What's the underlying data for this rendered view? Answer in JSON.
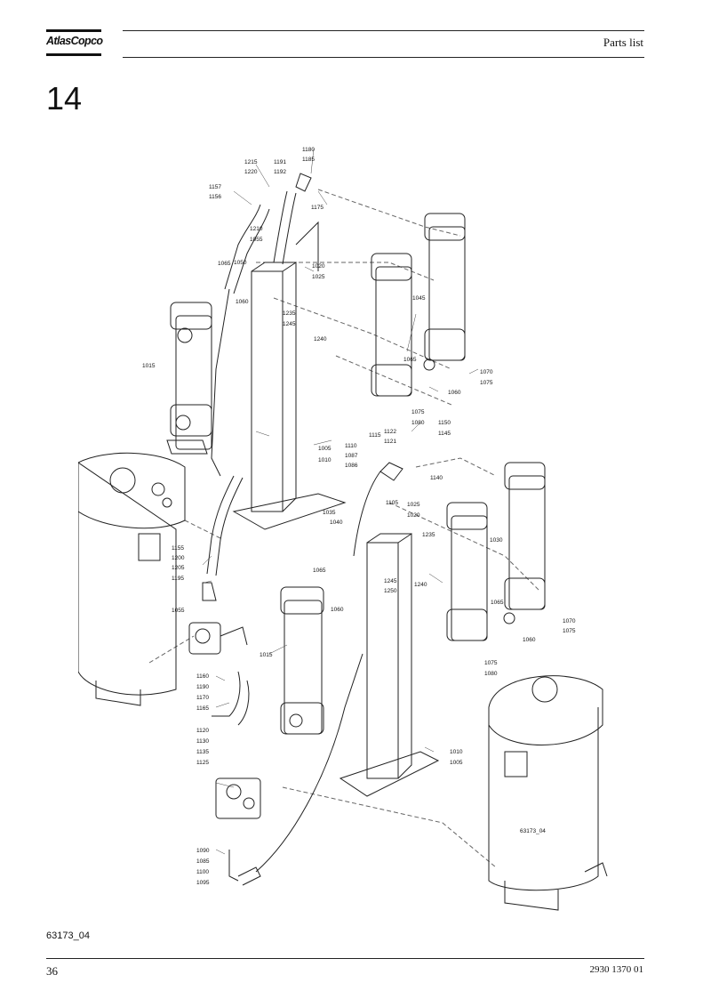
{
  "header": {
    "brand": "AtlasCopco",
    "title": "Parts list"
  },
  "section_number": "14",
  "figure": {
    "reference": "63173_04",
    "inline_reference": "63173_04",
    "callouts": [
      "1180",
      "1185",
      "1215",
      "1220",
      "1191",
      "1192",
      "1157",
      "1156",
      "1175",
      "1210",
      "1055",
      "1065",
      "1050",
      "1020",
      "1025",
      "1060",
      "1235",
      "1245",
      "1240",
      "1045",
      "1015",
      "1065",
      "1070",
      "1075",
      "1060",
      "1075",
      "1080",
      "1150",
      "1145",
      "1115",
      "1122",
      "1121",
      "1110",
      "1087",
      "1086",
      "1005",
      "1010",
      "1140",
      "1035",
      "1040",
      "1105",
      "1025",
      "1020",
      "1030",
      "1235",
      "1155",
      "1200",
      "1205",
      "1195",
      "1065",
      "1060",
      "1245",
      "1250",
      "1240",
      "1065",
      "1070",
      "1075",
      "1060",
      "1055",
      "1075",
      "1080",
      "1015",
      "1160",
      "1190",
      "1170",
      "1165",
      "1120",
      "1130",
      "1135",
      "1125",
      "1010",
      "1005",
      "1090",
      "1085",
      "1100",
      "1095"
    ]
  },
  "footer": {
    "page_number": "36",
    "document_number": "2930 1370 01"
  }
}
